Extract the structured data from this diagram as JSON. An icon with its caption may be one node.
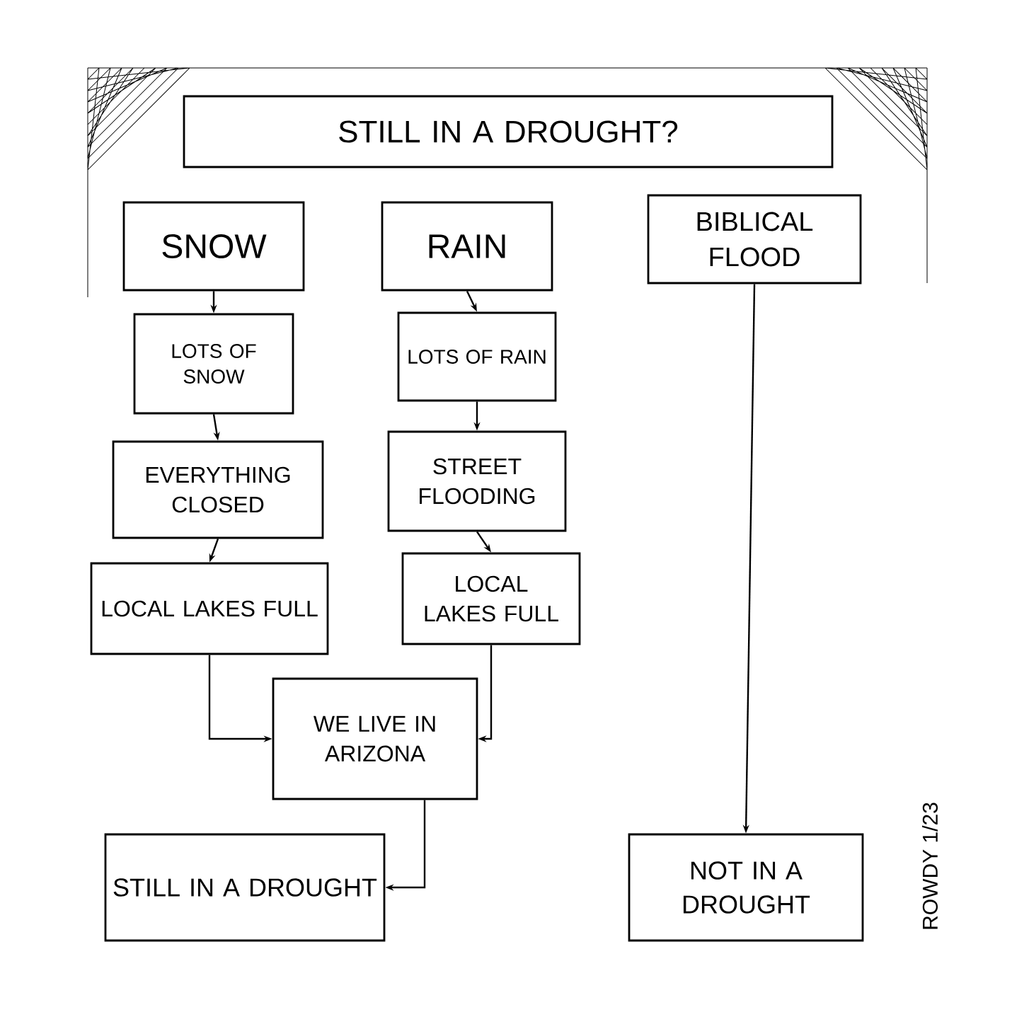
{
  "diagram": {
    "nodes": [
      {
        "text": [
          "STILL IN A DROUGHT?"
        ]
      },
      {
        "text": [
          "SNOW"
        ]
      },
      {
        "text": [
          "RAIN"
        ]
      },
      {
        "text": [
          "BIBLICAL FLOOD"
        ]
      },
      {
        "text": [
          "LOTS OF SNOW"
        ]
      },
      {
        "text": [
          "LOTS OF RAIN"
        ]
      },
      {
        "text": [
          "EVERYTHING CLOSED"
        ]
      },
      {
        "text": [
          "STREET FLOODING"
        ]
      },
      {
        "text": [
          "LOCAL LAKES FULL"
        ]
      },
      {
        "text": [
          "LOCAL LAKES FULL"
        ]
      },
      {
        "text": [
          "WE LIVE IN ARIZONA"
        ]
      },
      {
        "text": [
          "STILL IN A DROUGHT"
        ]
      },
      {
        "text": [
          "NOT IN A DROUGHT"
        ]
      }
    ],
    "edges": [
      {
        "from": 1,
        "to": 4,
        "arrow": "to"
      },
      {
        "from": 4,
        "to": 6,
        "arrow": "to"
      },
      {
        "from": 6,
        "to": 8,
        "arrow": "to"
      },
      {
        "from": 2,
        "to": 5,
        "arrow": "to"
      },
      {
        "from": 5,
        "to": 7,
        "arrow": "to"
      },
      {
        "from": 7,
        "to": 9,
        "arrow": "to"
      },
      {
        "from": 3,
        "to": 12,
        "arrow": "to"
      },
      {
        "from": 8,
        "to": 10,
        "arrow": "to"
      },
      {
        "from": 9,
        "to": 10,
        "arrow": "to"
      },
      {
        "from": 10,
        "to": 11,
        "arrow": "to"
      }
    ],
    "labels": [
      "ROWDY 1/23"
    ]
  }
}
